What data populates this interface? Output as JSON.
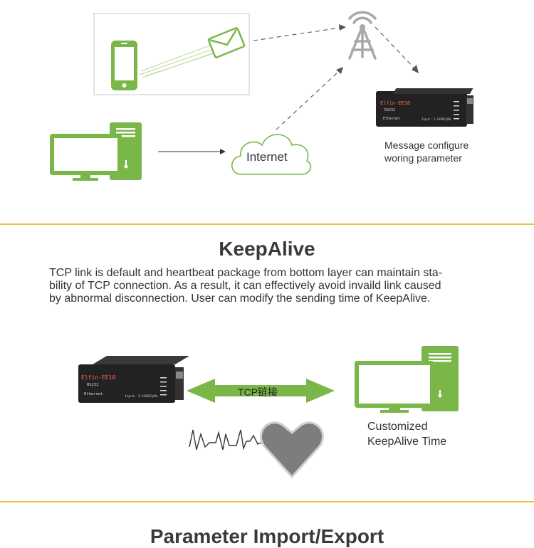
{
  "top_section": {
    "cloud_label": "Internet",
    "configure_caption_line1": "Message configure",
    "configure_caption_line2": "woring parameter"
  },
  "device": {
    "brand": "Elfin-EE10",
    "port_rs232": "RS232",
    "port_ethernet": "Ethernet",
    "input_label": "Input: 5~18VDC@5W"
  },
  "keepalive": {
    "title": "KeepAlive",
    "desc_line1": "TCP link is default and heartbeat package from bottom layer can maintain sta-",
    "desc_line2": "bility of TCP connection. As a result, it can effectively avoid invaild link caused",
    "desc_line3": "by abnormal disconnection. User can modify the sending time of KeepAlive.",
    "arrow_label": "TCP链接",
    "pc_caption_line1": "Customized",
    "pc_caption_line2": "KeepAlive Time"
  },
  "next_section": {
    "title": "Parameter Import/Export"
  },
  "colors": {
    "green": "#7ab648",
    "gold_divider": "#e6c24a",
    "grey_heart": "#7d7d7d"
  }
}
